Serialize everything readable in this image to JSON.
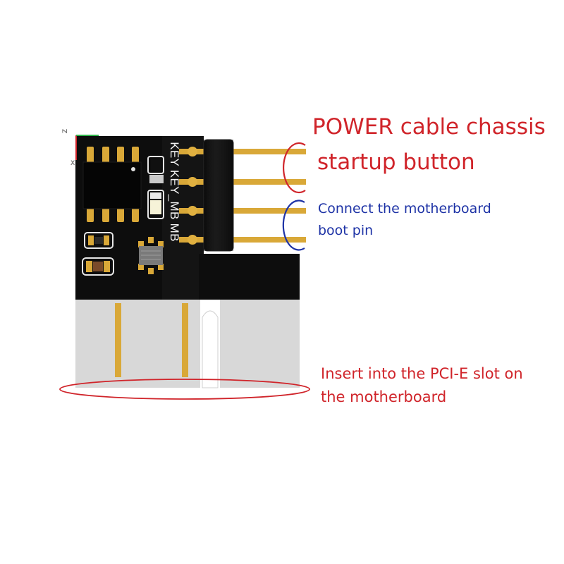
{
  "diagram": {
    "board": {
      "silkscreen_text": "KEY KEY_MB MB",
      "axis_labels": {
        "z": "Z",
        "x": "X"
      }
    },
    "annotations": {
      "power_button": {
        "line1": "POWER cable chassis",
        "line2": "startup button",
        "color": "#d0242a"
      },
      "motherboard_boot": {
        "line1": "Connect the motherboard",
        "line2": "boot pin",
        "color": "#1e33a6"
      },
      "pcie_slot": {
        "line1": "Insert into the PCI-E slot on",
        "line2": "the motherboard",
        "color": "#d0242a"
      }
    },
    "colors": {
      "pcb": "#0d0d0d",
      "gold": "#d9a838",
      "edge_connector": "#d8d8d8",
      "header_block": "#121212",
      "red_outline": "#d0242a",
      "blue_outline": "#1e33a6"
    }
  }
}
